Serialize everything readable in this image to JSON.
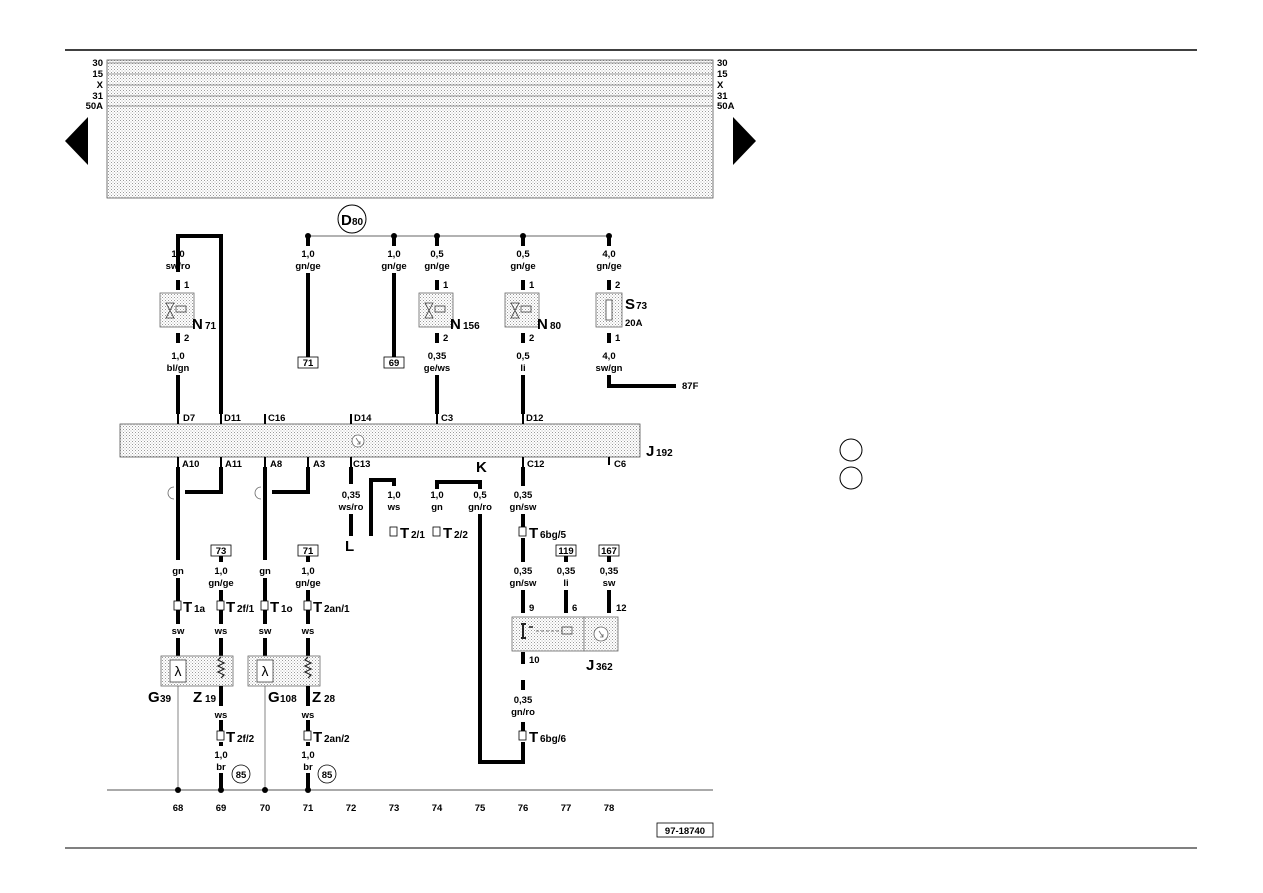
{
  "rails": [
    "30",
    "15",
    "X",
    "31",
    "50A"
  ],
  "nav": {
    "prev_icon": "triangle-left",
    "next_icon": "triangle-right"
  },
  "connector_d80": {
    "letter": "D",
    "sub": "80"
  },
  "top_wires": [
    {
      "size": "1,0",
      "color": "sw/ro"
    },
    {
      "size": "1,0",
      "color": "gn/ge"
    },
    {
      "size": "1,0",
      "color": "gn/ge"
    },
    {
      "size": "0,5",
      "color": "gn/ge"
    },
    {
      "size": "0,5",
      "color": "gn/ge"
    },
    {
      "size": "4,0",
      "color": "gn/ge"
    }
  ],
  "components": {
    "n71": {
      "letter": "N",
      "sub": "71"
    },
    "n156": {
      "letter": "N",
      "sub": "156"
    },
    "n80": {
      "letter": "N",
      "sub": "80"
    },
    "s73": {
      "letter": "S",
      "sub": "73",
      "rating": "20A"
    },
    "j192": {
      "letter": "J",
      "sub": "192"
    },
    "j362": {
      "letter": "J",
      "sub": "362"
    },
    "g39": {
      "letter": "G",
      "sub": "39"
    },
    "z19": {
      "letter": "Z",
      "sub": "19"
    },
    "g108": {
      "letter": "G",
      "sub": "108"
    },
    "z28": {
      "letter": "Z",
      "sub": "28"
    }
  },
  "pin_numbers": {
    "p1": "1",
    "p2": "2",
    "p6": "6",
    "p9": "9",
    "p10": "10",
    "p12": "12"
  },
  "refs": {
    "r71": "71",
    "r69": "69",
    "r73": "73",
    "r71b": "71",
    "r119": "119",
    "r167": "167",
    "c85": "85"
  },
  "mid_wires": [
    {
      "size": "1,0",
      "color": "bl/gn"
    },
    {
      "size": "0,35",
      "color": "ge/ws"
    },
    {
      "size": "0,5",
      "color": "li"
    },
    {
      "size": "4,0",
      "color": "sw/gn"
    }
  ],
  "label_87f": "87F",
  "j192_pins_top": [
    "D7",
    "D11",
    "C16",
    "D14",
    "C3",
    "D12"
  ],
  "j192_pins_bottom": [
    "A10",
    "A11",
    "A8",
    "A3",
    "C13",
    "C12",
    "C6"
  ],
  "ground_letter": "K",
  "ground_l": "L",
  "lower_wires": {
    "w1": {
      "size": "0,35",
      "color": "ws/ro"
    },
    "w2": {
      "size": "1,0",
      "color": "ws"
    },
    "w3": {
      "size": "1,0",
      "color": "gn"
    },
    "w4": {
      "size": "0,5",
      "color": "gn/ro"
    },
    "w5": {
      "size": "0,35",
      "color": "gn/sw"
    },
    "gn": "gn",
    "sw": "sw",
    "ws": "ws",
    "h1": {
      "size": "1,0",
      "color": "gn/ge"
    },
    "h2": {
      "size": "1,0",
      "color": "gn/ge"
    },
    "j1": {
      "size": "0,35",
      "color": "gn/sw"
    },
    "j2": {
      "size": "0,35",
      "color": "li"
    },
    "j3": {
      "size": "0,35",
      "color": "sw"
    },
    "j4": {
      "size": "0,35",
      "color": "gn/ro"
    },
    "br1": {
      "size": "1,0",
      "color": "br"
    },
    "br2": {
      "size": "1,0",
      "color": "br"
    }
  },
  "connectors": {
    "t2_1": {
      "letter": "T",
      "sub": "2/1"
    },
    "t2_2": {
      "letter": "T",
      "sub": "2/2"
    },
    "t6bg5": {
      "letter": "T",
      "sub": "6bg/5"
    },
    "t6bg6": {
      "letter": "T",
      "sub": "6bg/6"
    },
    "t1a": {
      "letter": "T",
      "sub": "1a"
    },
    "t2f1": {
      "letter": "T",
      "sub": "2f/1"
    },
    "t1o": {
      "letter": "T",
      "sub": "1o"
    },
    "t2an1": {
      "letter": "T",
      "sub": "2an/1"
    },
    "t2f2": {
      "letter": "T",
      "sub": "2f/2"
    },
    "t2an2": {
      "letter": "T",
      "sub": "2an/2"
    }
  },
  "bottom_numbers": [
    "68",
    "69",
    "70",
    "71",
    "72",
    "73",
    "74",
    "75",
    "76",
    "77",
    "78"
  ],
  "diagram_id": "97-18740"
}
